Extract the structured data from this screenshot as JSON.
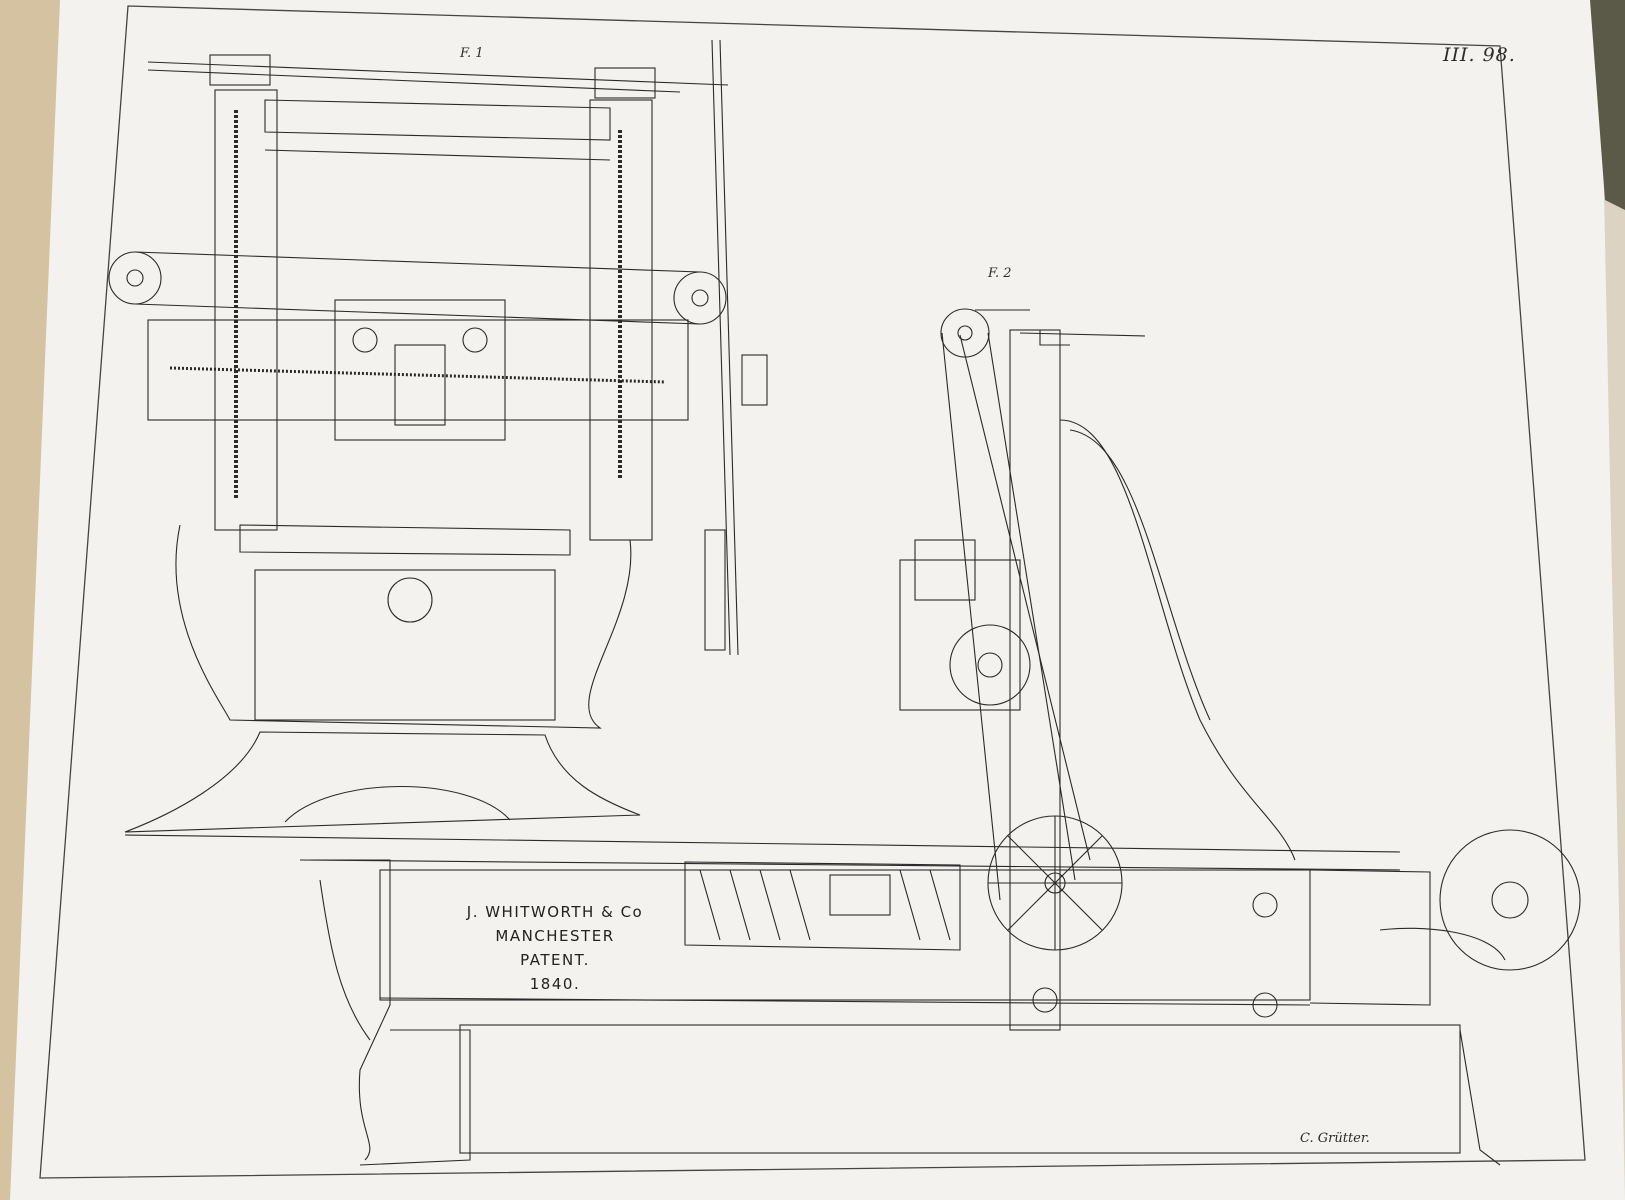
{
  "plate": {
    "number": "III. 98.",
    "figure_labels": [
      "F. 1",
      "F. 2"
    ],
    "maker_inscription": {
      "line1": "J. WHITWORTH & Co",
      "line2": "MANCHESTER",
      "line3": "PATENT.",
      "line4": "1840."
    },
    "engraver": "C. Grütter."
  },
  "colors": {
    "paper": "#f3f2ee",
    "ink": "#2a2a2a",
    "book_edge": "#d8c9ad",
    "background": "#dcd3c3"
  }
}
